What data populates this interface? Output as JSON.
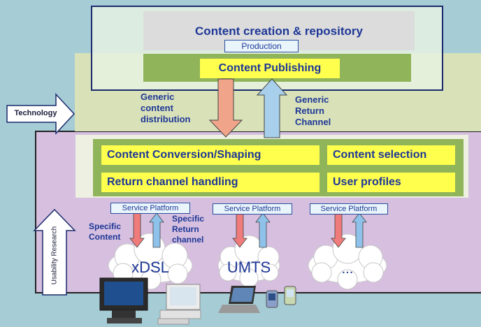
{
  "repository": {
    "title": "Content creation & repository",
    "production": "Production",
    "publishing": "Content Publishing"
  },
  "left_side": {
    "technology": "Technology",
    "usability": "Usability Research"
  },
  "arrows": {
    "generic_content": [
      "Generic",
      "content",
      "distribution"
    ],
    "generic_return": [
      "Generic",
      "Return",
      "Channel"
    ]
  },
  "middle": {
    "conversion": "Content Conversion/Shaping",
    "selection": "Content selection",
    "return_handling": "Return channel handling",
    "profiles": "User profiles"
  },
  "platforms": [
    {
      "label": "Service Platform",
      "network": "xDSL"
    },
    {
      "label": "Service Platform",
      "network": "UMTS"
    },
    {
      "label": "Service Platform",
      "network": "..."
    }
  ],
  "specific": {
    "content": [
      "Specific",
      "Content"
    ],
    "return": [
      "Specific",
      "Return",
      "channel"
    ]
  },
  "colors": {
    "background": "#a6ccd6",
    "top_box": "#e8f1e0",
    "green_band": "#d6e0b4",
    "purple": "#d6bfdf",
    "yellow": "#ffff4d",
    "text_blue": "#1d3796",
    "down_arrow": "#f0a58a",
    "up_arrow": "#a8d0ec"
  }
}
